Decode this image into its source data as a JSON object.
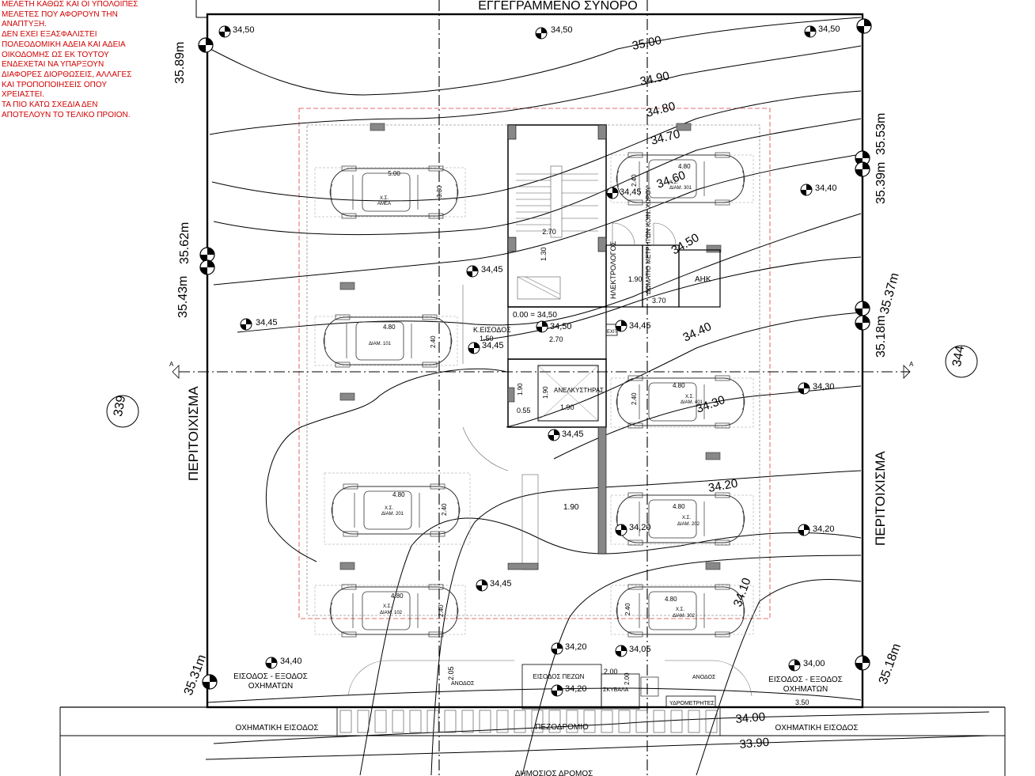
{
  "header": {
    "boundary_label": "ΕΓΓΕΓΡΑΜΜΕΝΟ ΣΥΝΟΡΟ"
  },
  "notes": {
    "text": "ΜΕΛΕΤΗ ΚΑΘΩΣ ΚΑΙ ΟΙ ΥΠΟΛΟΙΠΕΣ\nΜΕΛΕΤΕΣ ΠΟΥ ΑΦΟΡΟΥΝ ΤΗΝ\nΑΝΑΠΤΥΞΗ.\nΔΕΝ ΕΧΕΙ ΕΞΑΣΦΑΛΙΣΤΕΙ\nΠΟΛΕΟΔΟΜΙΚΗ ΑΔΕΙΑ ΚΑΙ ΑΔΕΙΑ\nΟΙΚΟΔΟΜΗΣ ΩΣ ΕΚ ΤΟΥΤΟΥ\nΕΝΔΕΧΕΤΑΙ ΝΑ ΥΠΑΡΞΟΥΝ\nΔΙΑΦΟΡΕΣ ΔΙΟΡΘΩΣΕΙΣ, ΑΛΛΑΓΕΣ\nΚΑΙ ΤΡΟΠΟΠΟΙΗΣΕΙΣ ΟΠΟΥ\nΧΡΕΙΑΣΤΕΙ.\nΤΑ ΠΙΟ ΚΑΤΩ ΣΧΕΔΙΑ ΔΕΝ\nΑΠΟΤΕΛΟΥΝ ΤΟ ΤΕΛΙΚΟ ΠΡΟΙΟΝ."
  },
  "plots": {
    "left": "339",
    "right": "344"
  },
  "sides": {
    "left": "ΠΕΡΙΤΟΙΧΙΣΜΑ",
    "right": "ΠΕΡΙΤΟΙΧΙΣΜΑ"
  },
  "section_marker": "A",
  "corner_distances": {
    "top_left": "35.89m",
    "left_upper": "35.62m",
    "left_mid": "35.43m",
    "left_bottom": "35.31m",
    "right_top": "35.53m",
    "right_upper": "35.39m",
    "right_mid1": "35.37m",
    "right_mid2": "35.18m",
    "right_bottom": "35.18m"
  },
  "contours": [
    "35.00",
    "34.90",
    "34.80",
    "34.70",
    "34.60",
    "34.50",
    "34.40",
    "34.30",
    "34.20",
    "34.10",
    "34.00",
    "33.90"
  ],
  "spot_levels": {
    "top_left": "34,50",
    "top_mid": "34,50",
    "top_right": "34,50",
    "upper_left": "34,45",
    "mid_stair": "34,45",
    "entrance": "34,50",
    "entrance2": "34,45",
    "right_mid": "34,45",
    "right_upper": "34,40",
    "right_lower": "34,30",
    "core_bottom": "34,45",
    "lower_mid": "34,45",
    "bottom_left": "34,40",
    "bottom_mid1": "34,20",
    "bottom_mid2": "34,20",
    "bottom_mid3": "34,05",
    "bottom_right": "34,00",
    "lower_right": "34,20",
    "car_right": "34,20"
  },
  "rooms": {
    "electrical": "ΗΛΕΚΤΡΟΛΟΓΟΣ",
    "meters": "ΔΩΜΑΤΙΟ ΜΕΤΡΗΤΩΝ ΚΟΙΝ. ΧΩΡΟΥ",
    "ahk": "ΑΗΚ",
    "entrance": "Κ.ΕΙΣΟΔΟΣ",
    "lift": "ΑΝΕΛΚΥΣΤΗΡΑΣ",
    "exit": "EXIT",
    "ped_entry": "ΕΙΣΟΔΟΣ ΠΕΖΩΝ",
    "bins": "ΣΚΥΒΑΛΑ",
    "water": "ΥΔΡΟΜΕΤΡΗΤΕΣ",
    "ramp1": "ΑΝΟΔΟΣ",
    "ramp2": "ΑΝΟΔΟΣ"
  },
  "zero_level": "0.00 = 34,50",
  "entries": {
    "left_line1": "ΕΙΣΟΔΟΣ - ΕΞΟΔΟΣ",
    "left_line2": "ΟΧΗΜΑΤΩΝ",
    "right_line1": "ΕΙΣΟΔΟΣ - ΕΞΟΔΟΣ",
    "right_line2": "ΟΧΗΜΑΤΩΝ"
  },
  "road": {
    "vehicle_left": "ΟΧΗΜΑΤΙΚΗ ΕΙΣΟΔΟΣ",
    "vehicle_right": "ΟΧΗΜΑΤΙΚΗ ΕΙΣΟΔΟΣ",
    "sidewalk": "ΠΕΖΟΔΡΟΜΙΟ",
    "public_road": "ΔΗΜΟΣΙΟΣ ΔΡΟΜΟΣ"
  },
  "parking": [
    {
      "label1": "Χ.Σ.",
      "label2": "ΑΜΕΑ",
      "length": "5.00",
      "width": "3.30"
    },
    {
      "label1": "Χ.Σ.",
      "label2": "ΔΙΑΜ. 301",
      "length": "4.80",
      "width": "2.40"
    },
    {
      "label1": "",
      "label2": "ΔΙΑΜ. 101",
      "length": "4.80",
      "width": "2.40"
    },
    {
      "label1": "Χ.Σ.",
      "label2": "ΔΙΑΜ. 401",
      "length": "4.80",
      "width": "2.40"
    },
    {
      "label1": "Χ.Σ.",
      "label2": "ΔΙΑΜ. 201",
      "length": "4.80",
      "width": "2.40"
    },
    {
      "label1": "Χ.Σ.",
      "label2": "ΔΙΑΜ. 202",
      "length": "4.80",
      "width": "2.40"
    },
    {
      "label1": "Χ.Σ.",
      "label2": "ΔΙΑΜ. 102",
      "length": "4.80",
      "width": "2.40"
    },
    {
      "label1": "Χ.Σ.",
      "label2": "ΔΙΑΜ. 302",
      "length": "4.80",
      "width": "2.40"
    }
  ],
  "dimensions": {
    "stair_w": "2.70",
    "stair_h": "1.30",
    "elec_h": "1.90",
    "meters_w": "3.70",
    "lift_h": "1.90",
    "lift_w": "1.90",
    "lobby_w": "1.50",
    "lobby_h": "2.70",
    "corridor": "1.90",
    "bins_w": "2.00",
    "bins_h": "2.00",
    "gate": "3.50",
    "ped_w": "2.05",
    "small1": "0.55",
    "small2": "1.90"
  }
}
